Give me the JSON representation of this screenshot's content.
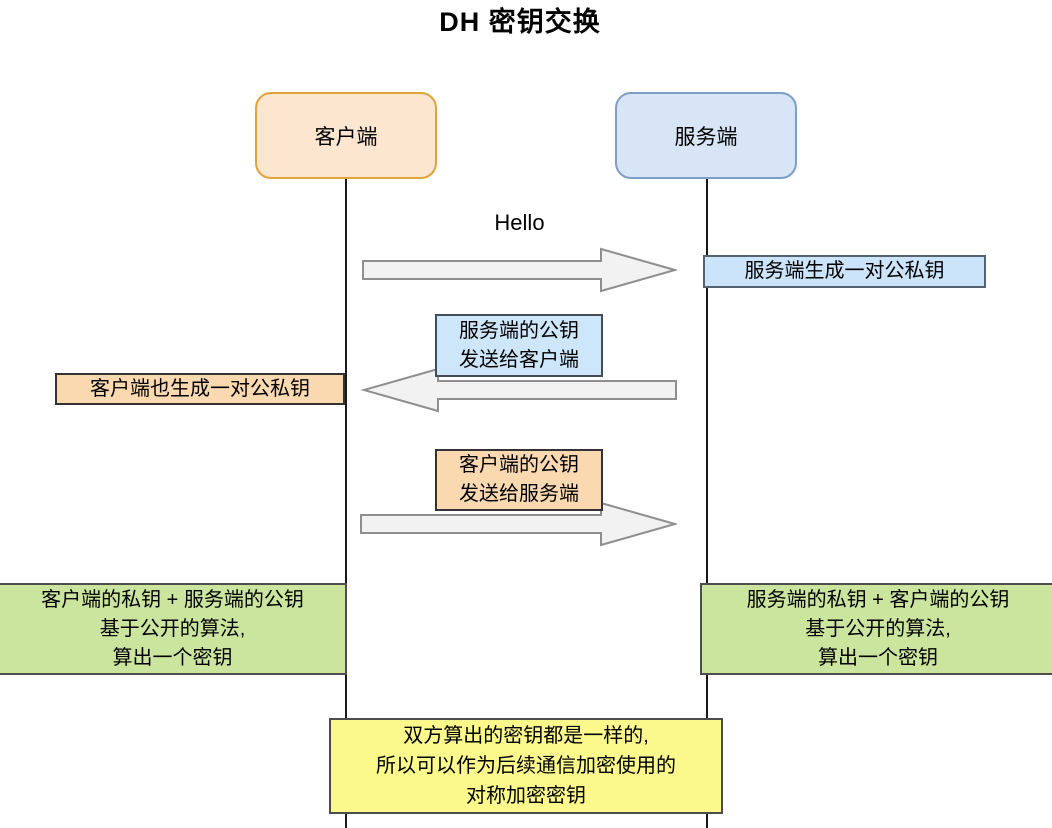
{
  "title": "DH 密钥交换",
  "actors": {
    "client": {
      "label": "客户端"
    },
    "server": {
      "label": "服务端"
    }
  },
  "messages": {
    "hello": {
      "label": "Hello",
      "direction": "client-to-server"
    },
    "server_pub": {
      "line1": "服务端的公钥",
      "line2": "发送给客户端",
      "direction": "server-to-client"
    },
    "client_pub": {
      "line1": "客户端的公钥",
      "line2": "发送给服务端",
      "direction": "client-to-server"
    }
  },
  "notes": {
    "server_keypair": {
      "text": "服务端生成一对公私钥"
    },
    "client_keypair": {
      "text": "客户端也生成一对公私钥"
    },
    "client_compute": {
      "line1": "客户端的私钥 + 服务端的公钥",
      "line2": "基于公开的算法,",
      "line3": "算出一个密钥"
    },
    "server_compute": {
      "line1": "服务端的私钥 + 客户端的公钥",
      "line2": "基于公开的算法,",
      "line3": "算出一个密钥"
    },
    "conclusion": {
      "line1": "双方算出的密钥都是一样的,",
      "line2": "所以可以作为后续通信加密使用的",
      "line3": "对称加密密钥"
    }
  },
  "colors": {
    "client_actor_fill": "#fce6cf",
    "client_actor_border": "#e2a339",
    "server_actor_fill": "#d7e5f6",
    "server_actor_border": "#7e9ec6",
    "blue_note_fill": "#cbe4f9",
    "orange_note_fill": "#fbd9b0",
    "green_note_fill": "#cbe59e",
    "yellow_note_fill": "#fbf98b",
    "arrow_fill": "#f2f2f2",
    "arrow_stroke": "#8f8f8f",
    "lifeline": "#1a1a1a"
  }
}
